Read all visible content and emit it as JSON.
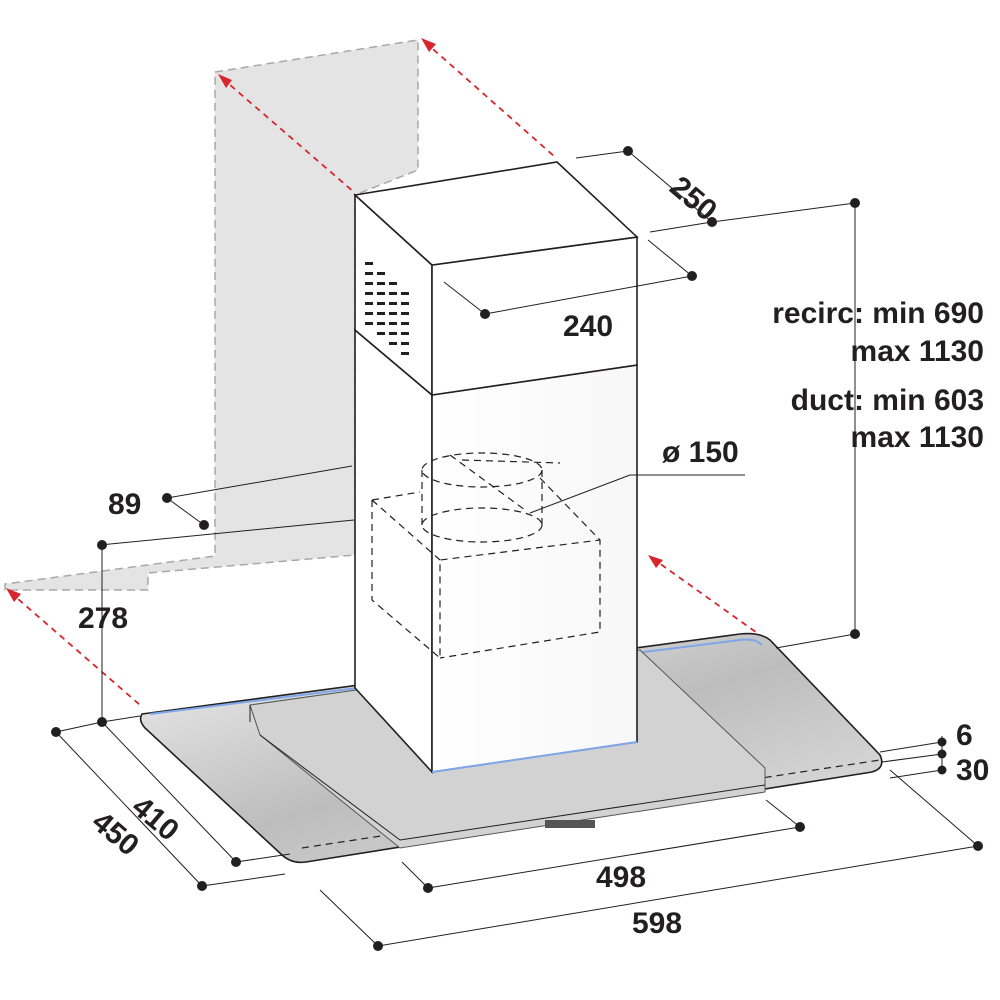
{
  "diagram": {
    "dimensions": {
      "width_top_depth": "250",
      "width_top": "240",
      "height_recirc": "recirc: min 690",
      "height_recirc_max": "max 1130",
      "height_duct": "duct: min 603",
      "height_duct_max": "max 1130",
      "outlet_diameter": "ø 150",
      "offset_89": "89",
      "offset_278": "278",
      "depth_410": "410",
      "depth_450": "450",
      "glass_6": "6",
      "glass_30": "30",
      "width_498": "498",
      "width_598": "598"
    },
    "colors": {
      "line": "#231f20",
      "arrow_red": "#d7262c",
      "wall_fill": "#e4e4e4",
      "glass": "#c9c9c9"
    }
  }
}
